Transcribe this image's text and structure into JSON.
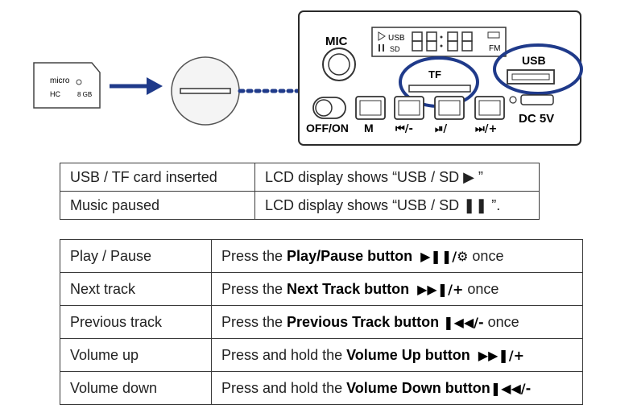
{
  "diagram": {
    "sd_card": {
      "line1": "micro",
      "line2": "HC",
      "line3": "8 GB"
    },
    "panel": {
      "mic_label": "MIC",
      "lcd_usb": "USB",
      "lcd_sd": "SD",
      "lcd_fm": "FM",
      "tf_label": "TF",
      "usb_label": "USB",
      "dc_label": "DC 5V",
      "btn_offon": "OFF/ON",
      "btn_m": "M",
      "btn_prev": "⏮/-",
      "btn_play": "⏯/",
      "btn_next": "⏭/+"
    },
    "colors": {
      "accent": "#1f3a8a",
      "outline": "#2a2a2a"
    }
  },
  "status_table": {
    "rows": [
      {
        "state": "USB / TF card inserted",
        "display": "LCD display shows “USB / SD ▶ ”"
      },
      {
        "state": "Music paused",
        "display": "LCD display shows “USB / SD ❚❚ ”."
      }
    ]
  },
  "controls_table": {
    "rows": [
      {
        "action": "Play / Pause",
        "pre": "Press the ",
        "button": "Play/Pause button",
        "symbol": "▶❚❚/⚙",
        "post": " once"
      },
      {
        "action": "Next track",
        "pre": "Press the ",
        "button": "Next Track button",
        "symbol": "▶▶❚/+",
        "post": " once"
      },
      {
        "action": "Previous track",
        "pre": "Press the ",
        "button": "Previous Track button",
        "symbol": "❚◀◀/-",
        "post": " once"
      },
      {
        "action": "Volume up",
        "pre": "Press and hold the ",
        "button": "Volume Up  button",
        "symbol": "▶▶❚/+",
        "post": ""
      },
      {
        "action": "Volume down",
        "pre": "Press and hold the ",
        "button": "Volume Down button",
        "symbol": "❚◀◀/-",
        "post": ""
      }
    ]
  }
}
